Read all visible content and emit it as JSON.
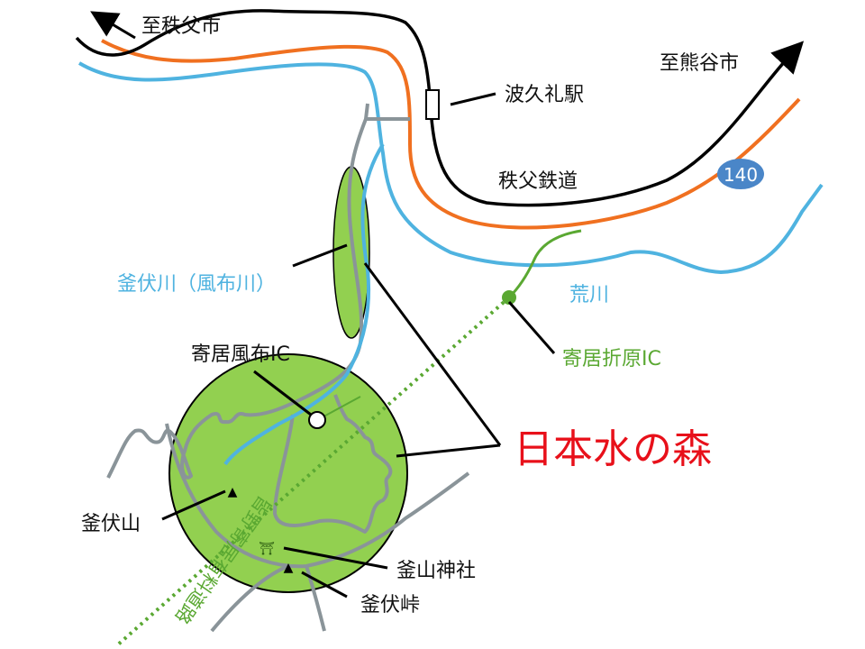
{
  "colors": {
    "railway": "#000000",
    "route140": "#f07020",
    "river": "#4fb3e0",
    "road": "#8a9499",
    "forest": "#92d050",
    "toll_road": "#5aa832",
    "title_red": "#e8101a",
    "badge_blue": "#4a86c8"
  },
  "labels": {
    "to_chichibu": "至秩父市",
    "to_kumagaya": "至熊谷市",
    "station": "波久礼駅",
    "railway": "秩父鉄道",
    "route_number": "140",
    "kamafushi_river": "釜伏川（風布川）",
    "arakawa": "荒川",
    "yorii_fuppu_ic": "寄居風布IC",
    "yorii_orihara_ic": "寄居折原IC",
    "title": "日本水の森",
    "mt_kamafushi": "釜伏山",
    "kamayama_shrine": "釜山神社",
    "kamafushi_pass": "釜伏峠",
    "toll_road": "皆野寄居有料道路"
  },
  "icons": {
    "shrine": "⛩",
    "peak": "▲"
  }
}
